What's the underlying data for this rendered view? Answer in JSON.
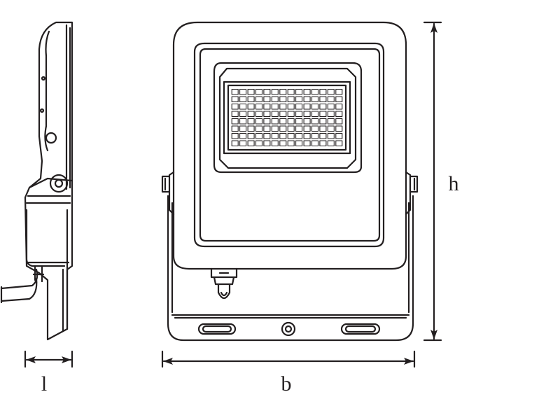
{
  "dimensions": {
    "length": "l",
    "width": "b",
    "height": "h"
  },
  "colors": {
    "line": "#231f20",
    "background": "#ffffff"
  }
}
